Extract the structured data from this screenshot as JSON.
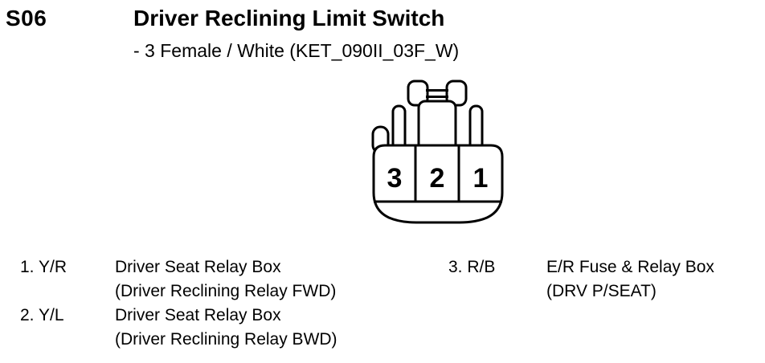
{
  "header": {
    "connector_id": "S06",
    "title": "Driver Reclining Limit Switch",
    "subtitle": "- 3 Female / White (KET_090II_03F_W)"
  },
  "connector": {
    "description": "3-cavity female connector, front view",
    "cavity_labels": [
      "3",
      "2",
      "1"
    ]
  },
  "pinout": [
    {
      "pin": "1.",
      "wire": "Y/R",
      "dest": "Driver Seat Relay Box",
      "detail": "(Driver Reclining Relay FWD)"
    },
    {
      "pin": "2.",
      "wire": "Y/L",
      "dest": "Driver Seat Relay Box",
      "detail": "(Driver Reclining Relay BWD)"
    },
    {
      "pin": "3.",
      "wire": "R/B",
      "dest": "E/R Fuse & Relay Box",
      "detail": "(DRV P/SEAT)"
    }
  ],
  "colors": {
    "ink": "#000000",
    "background": "#ffffff"
  }
}
